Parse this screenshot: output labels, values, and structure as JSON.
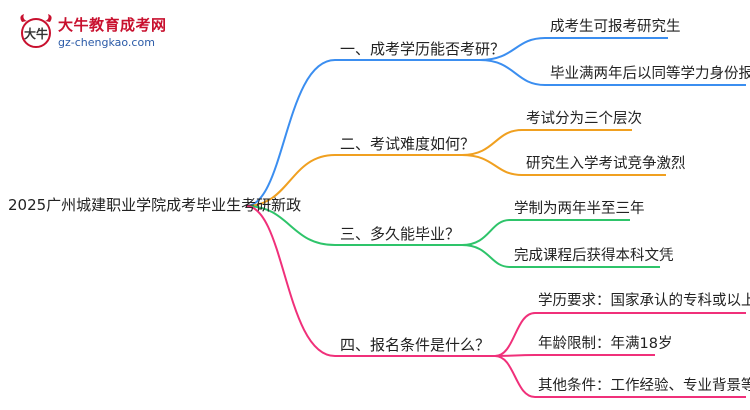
{
  "logo": {
    "title": "大牛教育成考网",
    "url": "gz-chengkao.com",
    "mark_text": "大牛"
  },
  "root": {
    "label": "2025广州城建职业学院成考毕业生考研新政"
  },
  "branches": [
    {
      "label": "一、成考学历能否考研？",
      "color": "#3b8ef0",
      "leaves": [
        "成考生可报考研究生",
        "毕业满两年后以同等学力身份报考"
      ]
    },
    {
      "label": "二、考试难度如何？",
      "color": "#f0a020",
      "leaves": [
        "考试分为三个层次",
        "研究生入学考试竞争激烈"
      ]
    },
    {
      "label": "三、多久能毕业？",
      "color": "#2ec46a",
      "leaves": [
        "学制为两年半至三年",
        "完成课程后获得本科文凭"
      ]
    },
    {
      "label": "四、报名条件是什么？",
      "color": "#f0307a",
      "leaves": [
        "学历要求：国家承认的专科或以上学历",
        "年龄限制：年满18岁",
        "其他条件：工作经验、专业背景等要求"
      ]
    }
  ]
}
